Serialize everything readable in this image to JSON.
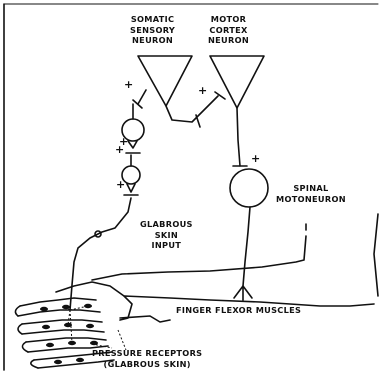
{
  "labels": {
    "somatic_line1": "SOMATIC",
    "somatic_line2": "SENSORY",
    "somatic_line3": "NEURON",
    "motor_line1": "MOTOR",
    "motor_line2": "CORTEX",
    "motor_line3": "NEURON",
    "spinal_line1": "SPINAL",
    "spinal_line2": "MOTONEURON",
    "glabrous_line1": "GLABROUS",
    "glabrous_line2": "SKIN",
    "glabrous_line3": "INPUT",
    "finger_flexor": "FINGER FLEXOR MUSCLES",
    "pressure_line1": "PRESSURE RECEPTORS",
    "pressure_line2": "(GLABROUS SKIN)"
  },
  "signs": {
    "plus": "+"
  }
}
